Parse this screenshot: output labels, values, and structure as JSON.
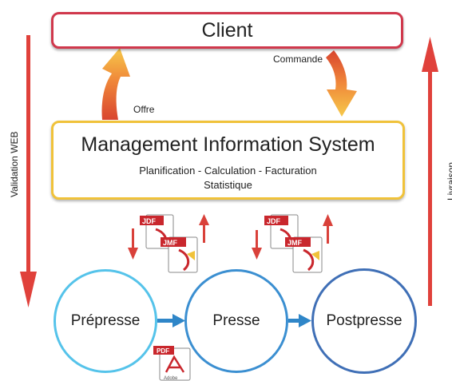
{
  "client": {
    "label": "Client"
  },
  "mis": {
    "title": "Management Information System",
    "line1": "Planification - Calculation - Facturation",
    "line2": "Statistique"
  },
  "flows": {
    "offre": "Offre",
    "commande": "Commande",
    "validation": "Validation WEB",
    "livraison": "Livraison"
  },
  "stages": {
    "prepress": "Prépresse",
    "press": "Presse",
    "postpress": "Postpresse"
  },
  "files": {
    "jdf": "JDF",
    "jmf": "JMF",
    "pdf": "PDF",
    "adobe": "Adobe"
  },
  "colors": {
    "red": "#d0384c",
    "yellow": "#f0c23a",
    "arrow_red": "#e0413b",
    "blue": "#3b8fd1"
  }
}
